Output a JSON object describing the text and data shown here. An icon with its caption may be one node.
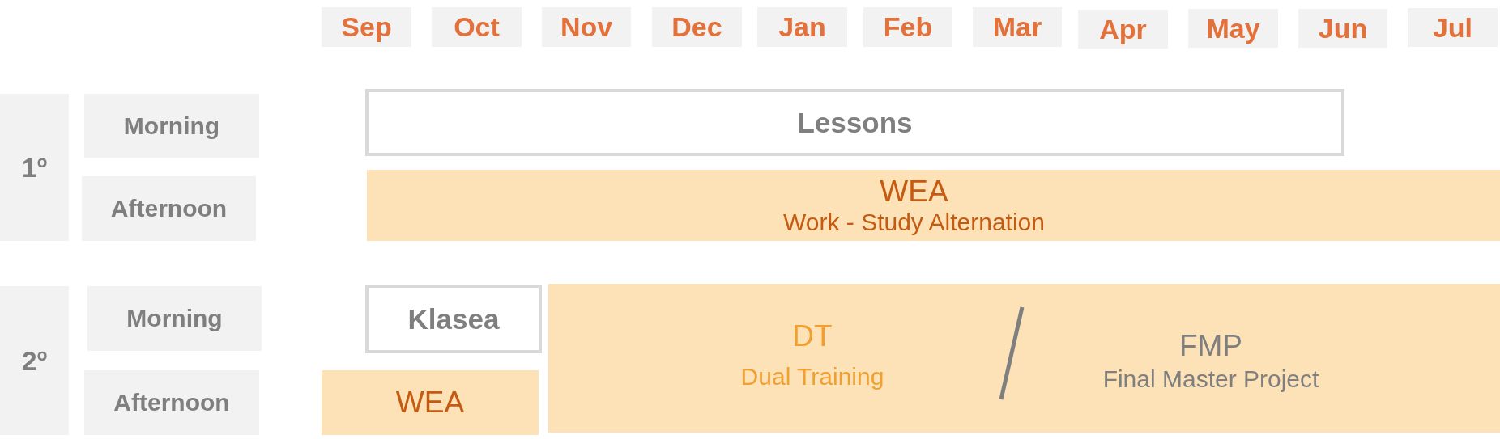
{
  "diagram": {
    "nodes": [
      {
        "text": [
          "Sep"
        ]
      },
      {
        "text": [
          "Oct"
        ]
      },
      {
        "text": [
          "Nov"
        ]
      },
      {
        "text": [
          "Dec"
        ]
      },
      {
        "text": [
          "Jan"
        ]
      },
      {
        "text": [
          "Feb"
        ]
      },
      {
        "text": [
          "Mar"
        ]
      },
      {
        "text": [
          "Apr"
        ]
      },
      {
        "text": [
          "May"
        ]
      },
      {
        "text": [
          "Jun"
        ]
      },
      {
        "text": [
          "Jul"
        ]
      },
      {
        "text": [
          "1º"
        ]
      },
      {
        "text": [
          "Morning"
        ]
      },
      {
        "text": [
          "Afternoon"
        ]
      },
      {
        "text": [
          "Lessons"
        ]
      },
      {
        "text": [
          "WEA",
          "Work - Study Alternation"
        ]
      },
      {
        "text": [
          "2º"
        ]
      },
      {
        "text": [
          "Morning"
        ]
      },
      {
        "text": [
          "Afternoon"
        ]
      },
      {
        "text": [
          "Klasea"
        ]
      },
      {
        "text": [
          "DT",
          "Dual Training",
          "FMP",
          "Final Master Project"
        ]
      },
      {
        "text": [
          "WEA"
        ]
      }
    ]
  }
}
